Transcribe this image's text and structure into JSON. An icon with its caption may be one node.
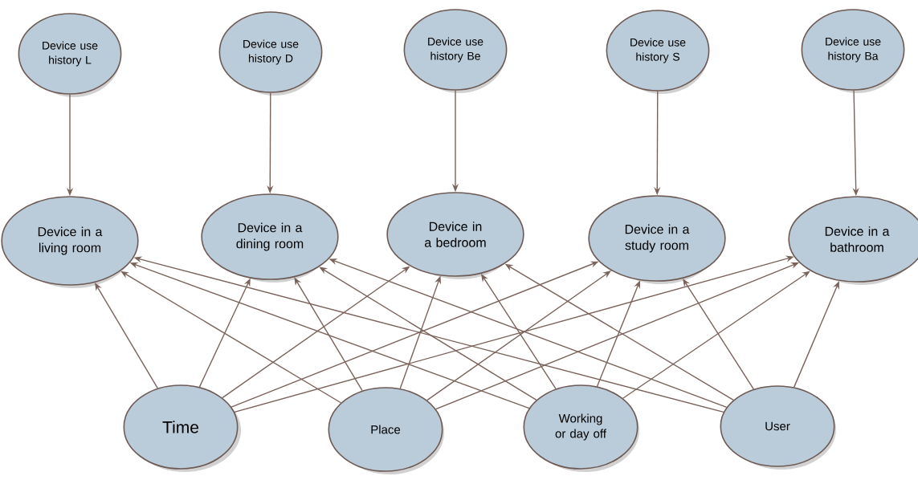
{
  "diagram": {
    "nodes": [
      {
        "text": [
          "Device use history L"
        ]
      },
      {
        "text": [
          "Device use history D"
        ]
      },
      {
        "text": [
          "Device use history Be"
        ]
      },
      {
        "text": [
          "Device use history S"
        ]
      },
      {
        "text": [
          "Device use history Ba"
        ]
      },
      {
        "text": [
          "Device in a living room"
        ]
      },
      {
        "text": [
          "Device in a dining room"
        ]
      },
      {
        "text": [
          "Device in a bedroom"
        ]
      },
      {
        "text": [
          "Device in a study room"
        ]
      },
      {
        "text": [
          "Device in a bathroom"
        ]
      },
      {
        "text": [
          "Time"
        ]
      },
      {
        "text": [
          "Place"
        ]
      },
      {
        "text": [
          "Working or day off"
        ]
      },
      {
        "text": [
          "User"
        ]
      }
    ],
    "edges": [
      {
        "from": 0,
        "to": 5,
        "arrow": "to"
      },
      {
        "from": 1,
        "to": 6,
        "arrow": "to"
      },
      {
        "from": 2,
        "to": 7,
        "arrow": "to"
      },
      {
        "from": 3,
        "to": 8,
        "arrow": "to"
      },
      {
        "from": 4,
        "to": 9,
        "arrow": "to"
      },
      {
        "from": 10,
        "to": 5,
        "arrow": "to"
      },
      {
        "from": 10,
        "to": 6,
        "arrow": "to"
      },
      {
        "from": 10,
        "to": 7,
        "arrow": "to"
      },
      {
        "from": 10,
        "to": 8,
        "arrow": "to"
      },
      {
        "from": 10,
        "to": 9,
        "arrow": "to"
      },
      {
        "from": 11,
        "to": 5,
        "arrow": "to"
      },
      {
        "from": 11,
        "to": 6,
        "arrow": "to"
      },
      {
        "from": 11,
        "to": 7,
        "arrow": "to"
      },
      {
        "from": 11,
        "to": 8,
        "arrow": "to"
      },
      {
        "from": 11,
        "to": 9,
        "arrow": "to"
      },
      {
        "from": 12,
        "to": 5,
        "arrow": "to"
      },
      {
        "from": 12,
        "to": 6,
        "arrow": "to"
      },
      {
        "from": 12,
        "to": 7,
        "arrow": "to"
      },
      {
        "from": 12,
        "to": 8,
        "arrow": "to"
      },
      {
        "from": 12,
        "to": 9,
        "arrow": "to"
      },
      {
        "from": 13,
        "to": 5,
        "arrow": "to"
      },
      {
        "from": 13,
        "to": 6,
        "arrow": "to"
      },
      {
        "from": 13,
        "to": 7,
        "arrow": "to"
      },
      {
        "from": 13,
        "to": 8,
        "arrow": "to"
      },
      {
        "from": 13,
        "to": 9,
        "arrow": "to"
      }
    ]
  }
}
